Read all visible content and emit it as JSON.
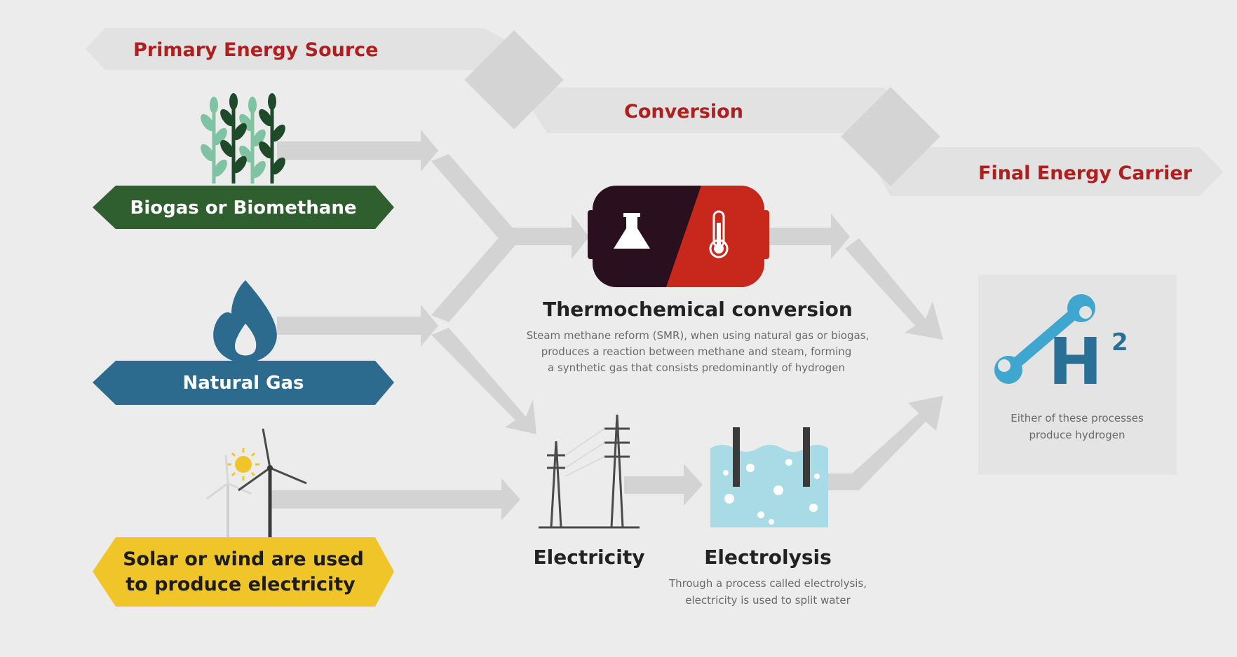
{
  "stages": {
    "primary": "Primary Energy Source",
    "conversion": "Conversion",
    "final": "Final Energy Carrier"
  },
  "sources": {
    "biogas": "Biogas or Biomethane",
    "natural_gas": "Natural Gas",
    "renewable_line1": "Solar or wind are used",
    "renewable_line2": "to produce electricity"
  },
  "thermo": {
    "title": "Thermochemical conversion",
    "desc_line1": "Steam methane reform (SMR), when using natural gas or biogas,",
    "desc_line2": "produces a reaction between methane and steam, forming",
    "desc_line3": "a synthetic gas that consists predominantly of hydrogen"
  },
  "electricity": {
    "title": "Electricity"
  },
  "electrolysis": {
    "title": "Electrolysis",
    "desc_line1": "Through a process called electrolysis,",
    "desc_line2": "electricity is used to split water"
  },
  "hydrogen": {
    "symbol": "H",
    "superscript": "2",
    "desc_line1": "Either of these processes",
    "desc_line2": "produce hydrogen"
  },
  "colors": {
    "stage_label": "#b01e1e",
    "biogas_banner": "#2f5e2f",
    "natural_gas_banner": "#2c6b8e",
    "renewable_banner": "#f0c52a",
    "thermo_dark": "#2a0f1e",
    "thermo_red": "#c8281c",
    "hydrogen_blue": "#2a6f96",
    "water": "#a9dbe6",
    "arrow_gray": "#d3d3d3"
  },
  "icons": [
    "plant-icon",
    "flame-icon",
    "wind-turbine-icon",
    "sun-icon",
    "flask-icon",
    "thermometer-icon",
    "power-pylon-icon",
    "electrolysis-tank-icon",
    "wrench-icon"
  ]
}
